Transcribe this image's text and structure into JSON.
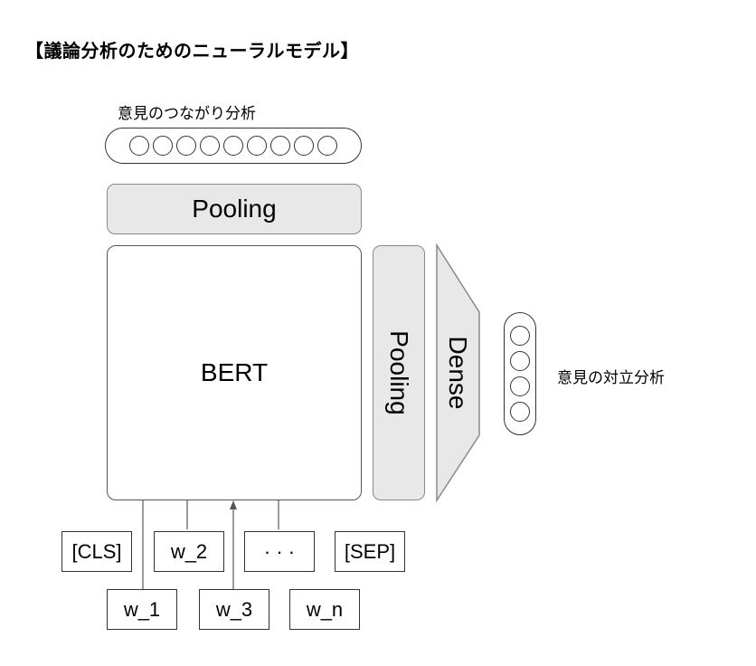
{
  "title": "【議論分析のためのニューラルモデル】",
  "labels": {
    "link_analysis": "意見のつながり分析",
    "stance_analysis": "意見の対立分析"
  },
  "blocks": {
    "pooling_top": "Pooling",
    "bert": "BERT",
    "pooling_side": "Pooling",
    "dense": "Dense"
  },
  "tokens_row1": [
    "[CLS]",
    "w_2",
    "· · ·",
    "[SEP]"
  ],
  "tokens_row2": [
    "w_1",
    "w_3",
    "w_n"
  ],
  "output_units": {
    "link": 9,
    "stance": 4
  }
}
